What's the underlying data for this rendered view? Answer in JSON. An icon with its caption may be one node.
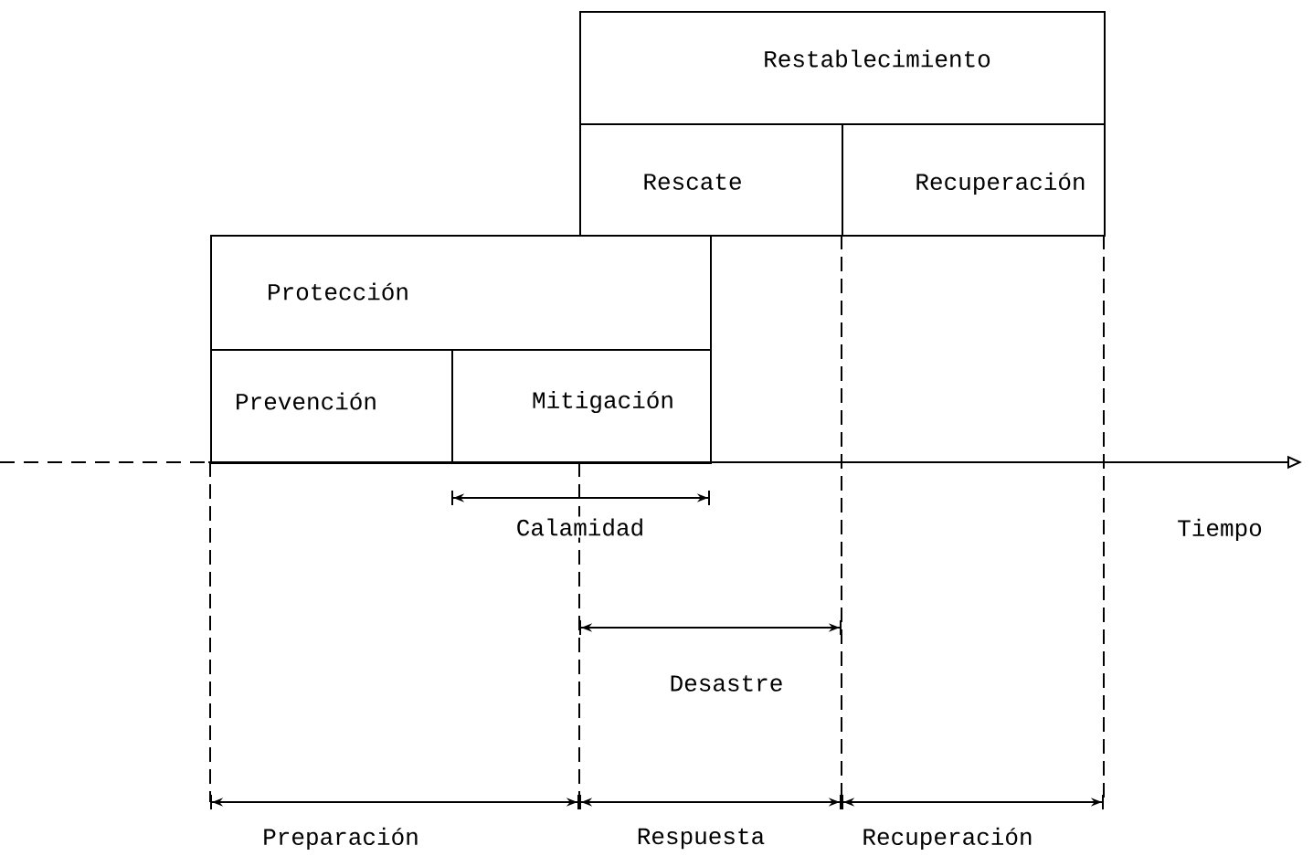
{
  "diagram": {
    "nodes": [
      {
        "text": [
          "Restablecimiento"
        ]
      },
      {
        "text": [
          "Rescate"
        ]
      },
      {
        "text": [
          "Recuperación"
        ]
      },
      {
        "text": [
          "Protección"
        ]
      },
      {
        "text": [
          "Prevención"
        ]
      },
      {
        "text": [
          "Mitigación"
        ]
      }
    ],
    "edges": [],
    "labels": [
      "Calamidad",
      "Tiempo",
      "Desastre",
      "Preparación",
      "Respuesta",
      "Recuperación"
    ]
  }
}
